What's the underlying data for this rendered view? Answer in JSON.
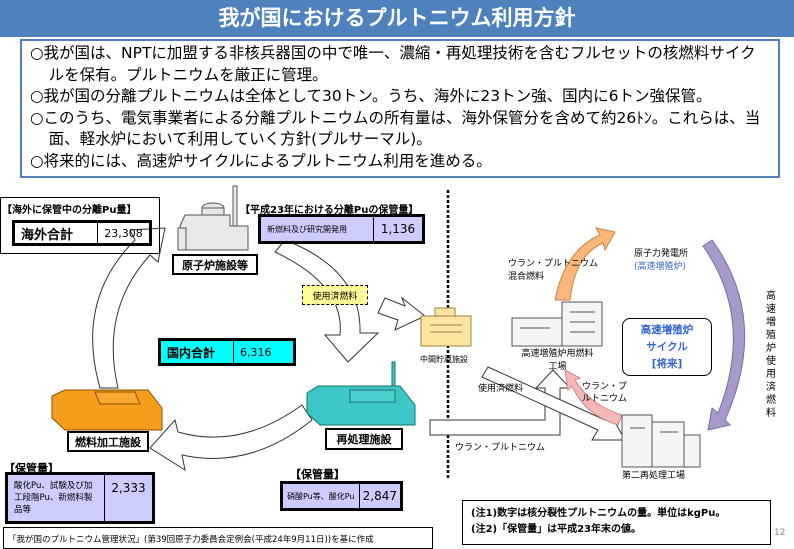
{
  "title": "我が国におけるプルトニウム利用方針",
  "bullets": [
    "○我が国は、NPTに加盟する非核兵器国の中で唯一、濃縮・再処理技術を含むフルセットの核燃料サイクルを保有。プルトニウムを厳正に管理。",
    "○我が国の分離プルトニウムは全体として30トン。うち、海外に23トン強、国内に6トン強保管。",
    "○このうち、電気事業者による分離プルトニウムの所有量は、海外保管分を含めて約26ﾄﾝ。これらは、当面、軽水炉において利用していく方針(プルサーマル)。",
    "○将来的には、高速炉サイクルによるプルトニウム利用を進める。"
  ],
  "overseas": {
    "heading": "【海外に保管中の分離Pu量】",
    "label": "海外合計",
    "value": "23,308"
  },
  "h23": {
    "heading": "【平成23年における分離Puの保管量】",
    "label": "新燃料及び研究開発用",
    "value": "1,136"
  },
  "domestic": {
    "label": "国内合計",
    "value": "6,316"
  },
  "facilities": {
    "reactor": "原子炉施設等",
    "fabrication": "燃料加工施設",
    "reprocessing": "再処理施設",
    "interim": "中間貯蔵施設",
    "fbr_fuel": "高速増殖炉用燃料工場",
    "second_reprocessing": "第二再処理工場",
    "power_plant": "原子力発電所",
    "power_plant_type": "(高速増殖炉)"
  },
  "flows": {
    "spent_fuel_box": "使用済燃料",
    "mox": "ウラン・プルトニウム混合燃料",
    "spent_fuel": "使用済燃料",
    "u_pu_lower": "ウラン・プルトニウム",
    "u_pu_pink": "ウラン・プルトニウム",
    "fbr_spent": "高速増殖炉使用済燃料"
  },
  "fbr_cycle": {
    "line1": "高速増殖炉",
    "line2": "サイクル",
    "line3": "[将来]"
  },
  "fab_storage": {
    "heading": "【保管量】",
    "label": "酸化Pu、試験及び加工段階Pu、新燃料製品等",
    "value": "2,333"
  },
  "rep_storage": {
    "heading": "【保管量】",
    "label": "硝酸Pu等、酸化Pu",
    "value": "2,847"
  },
  "source": "「我が国のプルトニウム管理状況」(第39回原子力委員会定例会(平成24年9月11日))を基に作成",
  "notes": [
    "(注1)数字は核分裂性プルトニウムの量。単位はkgPu。",
    "(注2)「保管量」は平成23年末の値。"
  ],
  "page_number": "12",
  "colors": {
    "title_bar": "#4f81bd",
    "lavender": "#ccccff",
    "cyan": "#00ffff",
    "orange": "#f59d1c",
    "teal": "#3cc6c6",
    "yellow": "#ffff99",
    "fbr_text": "#3366cc"
  }
}
